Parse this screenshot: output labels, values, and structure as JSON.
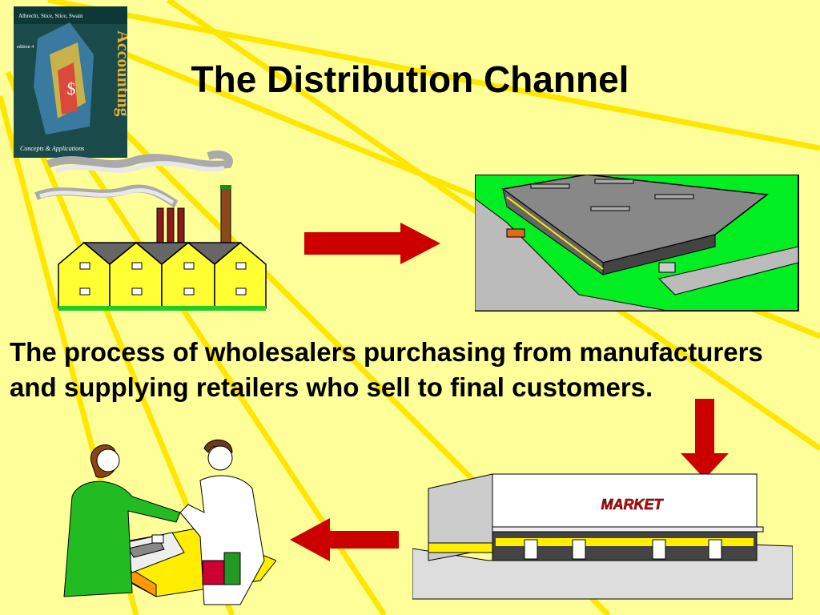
{
  "slide": {
    "title": "The Distribution Channel",
    "description": "The process of wholesalers purchasing from manufacturers and supplying retailers who sell to final customers."
  },
  "book": {
    "authors": "Albrecht, Stice, Stice, Swain",
    "edition": "edition 4",
    "title": "Accounting",
    "subtitle": "Concepts & Applications"
  },
  "market_sign": "MARKET",
  "icons": [
    "factory-icon",
    "warehouse-icon",
    "market-store-icon",
    "cashier-customer-icon",
    "arrow-right-icon",
    "arrow-down-icon",
    "arrow-left-icon"
  ],
  "colors": {
    "background": "#ffff99",
    "rays": "#ffee00",
    "arrow": "#cc0000",
    "factory": "#ffff33",
    "grass": "#00ee22"
  }
}
